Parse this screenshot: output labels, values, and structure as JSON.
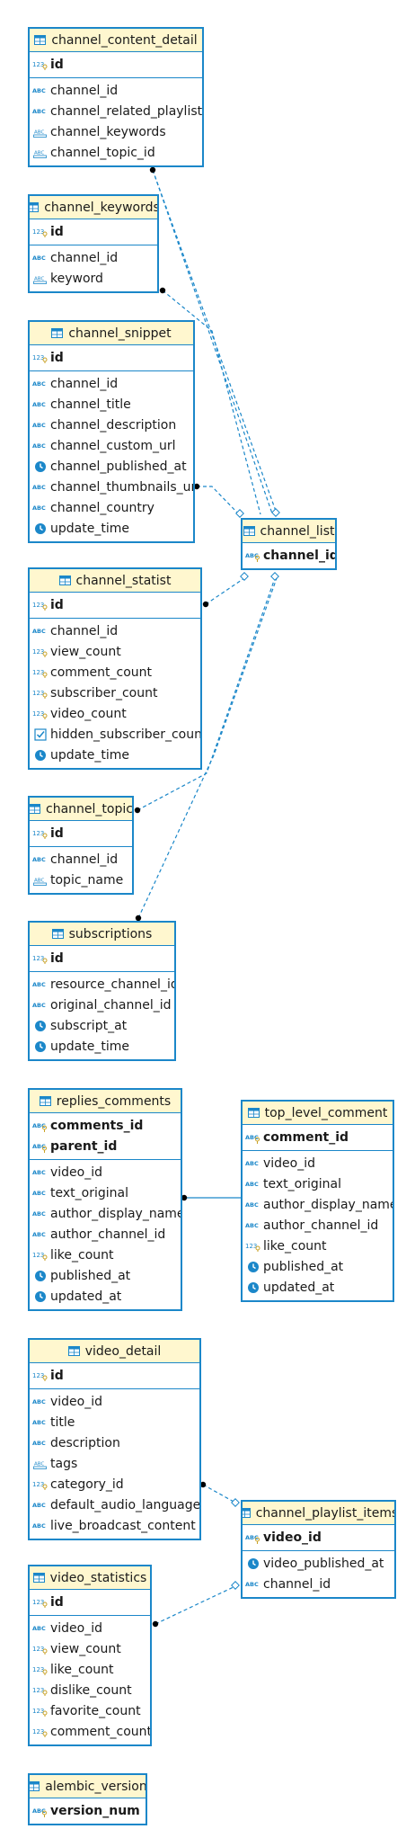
{
  "entities": [
    {
      "name": "channel_content_detail",
      "pk": [
        {
          "name": "id",
          "type": "num"
        }
      ],
      "columns": [
        {
          "name": "channel_id",
          "type": "str"
        },
        {
          "name": "channel_related_playlists",
          "type": "str"
        },
        {
          "name": "channel_keywords",
          "type": "arr"
        },
        {
          "name": "channel_topic_id",
          "type": "arr"
        }
      ]
    },
    {
      "name": "channel_keywords",
      "pk": [
        {
          "name": "id",
          "type": "num"
        }
      ],
      "columns": [
        {
          "name": "channel_id",
          "type": "str"
        },
        {
          "name": "keyword",
          "type": "arr"
        }
      ]
    },
    {
      "name": "channel_snippet",
      "pk": [
        {
          "name": "id",
          "type": "num"
        }
      ],
      "columns": [
        {
          "name": "channel_id",
          "type": "str"
        },
        {
          "name": "channel_title",
          "type": "str"
        },
        {
          "name": "channel_description",
          "type": "str"
        },
        {
          "name": "channel_custom_url",
          "type": "str"
        },
        {
          "name": "channel_published_at",
          "type": "time"
        },
        {
          "name": "channel_thumbnails_url",
          "type": "str"
        },
        {
          "name": "channel_country",
          "type": "str"
        },
        {
          "name": "update_time",
          "type": "time"
        }
      ]
    },
    {
      "name": "channel_list",
      "pk": [
        {
          "name": "channel_id",
          "type": "str"
        }
      ],
      "columns": []
    },
    {
      "name": "channel_statist",
      "pk": [
        {
          "name": "id",
          "type": "num"
        }
      ],
      "columns": [
        {
          "name": "channel_id",
          "type": "str"
        },
        {
          "name": "view_count",
          "type": "num"
        },
        {
          "name": "comment_count",
          "type": "num"
        },
        {
          "name": "subscriber_count",
          "type": "num"
        },
        {
          "name": "video_count",
          "type": "num"
        },
        {
          "name": "hidden_subscriber_count",
          "type": "bool"
        },
        {
          "name": "update_time",
          "type": "time"
        }
      ]
    },
    {
      "name": "channel_topic",
      "pk": [
        {
          "name": "id",
          "type": "num"
        }
      ],
      "columns": [
        {
          "name": "channel_id",
          "type": "str"
        },
        {
          "name": "topic_name",
          "type": "arr"
        }
      ]
    },
    {
      "name": "subscriptions",
      "pk": [
        {
          "name": "id",
          "type": "num"
        }
      ],
      "columns": [
        {
          "name": "resource_channel_id",
          "type": "str"
        },
        {
          "name": "original_channel_id",
          "type": "str"
        },
        {
          "name": "subscript_at",
          "type": "time"
        },
        {
          "name": "update_time",
          "type": "time"
        }
      ]
    },
    {
      "name": "replies_comments",
      "pk": [
        {
          "name": "comments_id",
          "type": "str"
        },
        {
          "name": "parent_id",
          "type": "str"
        }
      ],
      "columns": [
        {
          "name": "video_id",
          "type": "str"
        },
        {
          "name": "text_original",
          "type": "str"
        },
        {
          "name": "author_display_name",
          "type": "str"
        },
        {
          "name": "author_channel_id",
          "type": "str"
        },
        {
          "name": "like_count",
          "type": "num"
        },
        {
          "name": "published_at",
          "type": "time"
        },
        {
          "name": "updated_at",
          "type": "time"
        }
      ]
    },
    {
      "name": "top_level_comment",
      "pk": [
        {
          "name": "comment_id",
          "type": "str"
        }
      ],
      "columns": [
        {
          "name": "video_id",
          "type": "str"
        },
        {
          "name": "text_original",
          "type": "str"
        },
        {
          "name": "author_display_name",
          "type": "str"
        },
        {
          "name": "author_channel_id",
          "type": "str"
        },
        {
          "name": "like_count",
          "type": "num"
        },
        {
          "name": "published_at",
          "type": "time"
        },
        {
          "name": "updated_at",
          "type": "time"
        }
      ]
    },
    {
      "name": "video_detail",
      "pk": [
        {
          "name": "id",
          "type": "num"
        }
      ],
      "columns": [
        {
          "name": "video_id",
          "type": "str"
        },
        {
          "name": "title",
          "type": "str"
        },
        {
          "name": "description",
          "type": "str"
        },
        {
          "name": "tags",
          "type": "arr"
        },
        {
          "name": "category_id",
          "type": "num"
        },
        {
          "name": "default_audio_language",
          "type": "str"
        },
        {
          "name": "live_broadcast_content",
          "type": "str"
        }
      ]
    },
    {
      "name": "channel_playlist_items",
      "pk": [
        {
          "name": "video_id",
          "type": "str"
        }
      ],
      "columns": [
        {
          "name": "video_published_at",
          "type": "time"
        },
        {
          "name": "channel_id",
          "type": "str"
        }
      ]
    },
    {
      "name": "video_statistics",
      "pk": [
        {
          "name": "id",
          "type": "num"
        }
      ],
      "columns": [
        {
          "name": "video_id",
          "type": "str"
        },
        {
          "name": "view_count",
          "type": "num"
        },
        {
          "name": "like_count",
          "type": "num"
        },
        {
          "name": "dislike_count",
          "type": "num"
        },
        {
          "name": "favorite_count",
          "type": "num"
        },
        {
          "name": "comment_count",
          "type": "num"
        }
      ]
    },
    {
      "name": "alembic_version",
      "pk": [
        {
          "name": "version_num",
          "type": "str"
        }
      ],
      "columns": []
    }
  ],
  "relationships": [
    {
      "from": "channel_content_detail",
      "to": "channel_list",
      "style": "dashed"
    },
    {
      "from": "channel_keywords",
      "to": "channel_list",
      "style": "dashed"
    },
    {
      "from": "channel_snippet",
      "to": "channel_list",
      "style": "dashed"
    },
    {
      "from": "channel_statist",
      "to": "channel_list",
      "style": "dashed"
    },
    {
      "from": "channel_topic",
      "to": "channel_list",
      "style": "dashed"
    },
    {
      "from": "subscriptions",
      "to": "channel_list",
      "style": "dashed"
    },
    {
      "from": "replies_comments",
      "to": "top_level_comment",
      "style": "solid"
    },
    {
      "from": "video_detail",
      "to": "channel_playlist_items",
      "style": "dashed"
    },
    {
      "from": "video_statistics",
      "to": "channel_playlist_items",
      "style": "dashed"
    }
  ],
  "colors": {
    "border": "#1b87c9",
    "header_fill": "#fff7cf",
    "icon_blue": "#1b87c9",
    "line": "#1b87c9"
  },
  "icon_names": {
    "num": "numeric-type-icon",
    "str": "string-type-icon",
    "arr": "array-type-icon",
    "time": "timestamp-type-icon",
    "bool": "boolean-type-icon",
    "table": "table-icon",
    "key": "primary-key-icon"
  }
}
